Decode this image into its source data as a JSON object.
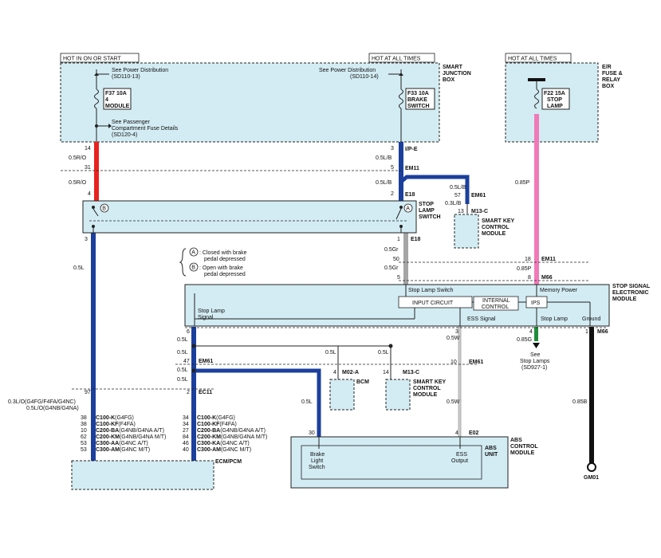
{
  "headers": {
    "hot_on_start": "HOT IN ON OR START",
    "hot_all_times_1": "HOT AT ALL TIMES",
    "hot_all_times_2": "HOT AT ALL TIMES"
  },
  "junction_box": {
    "name_l1": "SMART",
    "name_l2": "JUNCTION",
    "name_l3": "BOX",
    "see_pd_left_l1": "See Power Distribution",
    "see_pd_left_l2": "(SD110-13)",
    "see_pd_right_l1": "See Power Distribution",
    "see_pd_right_l2": "(SD110-14)",
    "fuse_left_l1": "F37 10A",
    "fuse_left_l2": "4",
    "fuse_left_l3": "MODULE",
    "fuse_right_l1": "F33 10A",
    "fuse_right_l2": "BRAKE",
    "fuse_right_l3": "SWITCH",
    "see_pass_l1": "See Passenger",
    "see_pass_l2": "Compartment Fuse Details",
    "see_pass_l3": "(SD120-4)"
  },
  "er_box": {
    "name_l1": "E/R",
    "name_l2": "FUSE &",
    "name_l3": "RELAY",
    "name_l4": "BOX",
    "fuse_l1": "F22 15A",
    "fuse_l2": "STOP",
    "fuse_l3": "LAMP"
  },
  "connectors": {
    "ipe": "I/P-E",
    "em11_top": "EM11",
    "e18_top": "E18",
    "em61_top": "EM61",
    "m13c_top": "M13-C",
    "e18_bottom": "E18",
    "em11_right": "EM11",
    "m66_top": "M66",
    "m66_right": "M66",
    "em61_mid": "EM61",
    "ec11": "EC11",
    "m02a": "M02-A",
    "m13c_mid": "M13-C",
    "em61_ess": "EM61",
    "e02": "E02",
    "gm01": "GM01"
  },
  "pins": {
    "p14": "14",
    "p31": "31",
    "p4a": "4",
    "p3a": "3",
    "p5a": "5",
    "p2a": "2",
    "p57": "57",
    "p13": "13",
    "p3b": "3",
    "p1a": "1",
    "p50": "50",
    "p5b": "5",
    "p18": "18",
    "p8": "8",
    "p6": "6",
    "p3c": "3",
    "p4b": "4",
    "p1b": "1",
    "p47": "47",
    "p2b": "2",
    "p4c": "4",
    "p14b": "14",
    "p10": "10",
    "p97": "97",
    "p30": "30",
    "p4d": "4"
  },
  "wires": {
    "w05ro_a": "0.5R/O",
    "w05ro_b": "0.5R/O",
    "w05lb_a": "0.5L/B",
    "w05lb_b": "0.5L/B",
    "w05lb_c": "0.5L/B",
    "w03lb": "0.3L/B",
    "w05l_left": "0.5L",
    "w05gr_a": "0.5Gr",
    "w05gr_b": "0.5Gr",
    "w085p_a": "0.85P",
    "w085p_b": "0.85P",
    "w05l_a": "0.5L",
    "w05l_b": "0.5L",
    "w05l_c": "0.5L",
    "w05l_d": "0.5L",
    "w05l_bcm": "0.5L",
    "w05l_skm": "0.5L",
    "w05l_abs": "0.5L",
    "w05w_a": "0.5W",
    "w05w_b": "0.5W",
    "w085g": "0.85G",
    "w085b": "0.85B",
    "w03lo_l1": "0.3L/O(G4FG/F4FA/G4NC)",
    "w03lo_l2": "0.5L/O(G4NB/G4NA)"
  },
  "switch": {
    "name_l1": "STOP",
    "name_l2": "LAMP",
    "name_l3": "SWITCH",
    "marker_a": "A",
    "marker_b": "B",
    "note_a_l1": ": Closed with brake",
    "note_a_l2": "pedal depressed",
    "note_b_l1": ": Open with brake",
    "note_b_l2": "pedal depressed"
  },
  "smart_key": {
    "name_l1": "SMART KEY",
    "name_l2": "CONTROL",
    "name_l3": "MODULE"
  },
  "stop_module": {
    "name_l1": "STOP SIGNAL",
    "name_l2": "ELECTRONIC",
    "name_l3": "MODULE",
    "stop_lamp_switch": "Stop Lamp Switch",
    "memory_power": "Memory Power",
    "input_circuit": "INPUT CIRCUIT",
    "internal_l1": "INTERNAL",
    "internal_l2": "CONTROL",
    "ips": "IPS",
    "stop_lamp_signal_l1": "Stop Lamp",
    "stop_lamp_signal_l2": "Signal",
    "ess_signal": "ESS Signal",
    "stop_lamp": "Stop Lamp",
    "ground": "Ground",
    "see_l1": "See",
    "see_l2": "Stop Lamps",
    "see_l3": "(SD927-1)"
  },
  "bcm": {
    "name": "BCM"
  },
  "smart_key2": {
    "name_l1": "SMART KEY",
    "name_l2": "CONTROL",
    "name_l3": "MODULE"
  },
  "abs": {
    "name_l1": "ABS",
    "name_l2": "CONTROL",
    "name_l3": "MODULE",
    "unit": "UNIT",
    "brake_l1": "Brake",
    "brake_l2": "Light",
    "brake_l3": "Switch",
    "ess_l1": "ESS",
    "ess_l2": "Output"
  },
  "ecm": {
    "name": "ECM/PCM",
    "rows_left": [
      {
        "pin": "38",
        "code": "C100-K",
        "desc": "(G4FG)"
      },
      {
        "pin": "38",
        "code": "C100-KF",
        "desc": "(F4FA)"
      },
      {
        "pin": "10",
        "code": "C200-BA",
        "desc": "(G4NB/G4NA A/T)"
      },
      {
        "pin": "62",
        "code": "C200-KM",
        "desc": "(G4NB/G4NA M/T)"
      },
      {
        "pin": "53",
        "code": "C300-AA",
        "desc": "(G4NC A/T)"
      },
      {
        "pin": "53",
        "code": "C300-AM",
        "desc": "(G4NC M/T)"
      }
    ],
    "rows_right": [
      {
        "pin": "34",
        "code": "C100-K",
        "desc": "(G4FG)"
      },
      {
        "pin": "34",
        "code": "C100-KF",
        "desc": "(F4FA)"
      },
      {
        "pin": "27",
        "code": "C200-BA",
        "desc": "(G4NB/G4NA A/T)"
      },
      {
        "pin": "84",
        "code": "C200-KM",
        "desc": "(G4NB/G4NA M/T)"
      },
      {
        "pin": "46",
        "code": "C300-KA",
        "desc": "(G4NC A/T)"
      },
      {
        "pin": "40",
        "code": "C300-AM",
        "desc": "(G4NC M/T)"
      }
    ]
  },
  "colors": {
    "red": "#e8231e",
    "blue": "#1b3f9c",
    "pink": "#f07ab8",
    "gray": "#a5a5a5",
    "green": "#1f8c3a",
    "black": "#111111",
    "box_fill": "#d3ecf3"
  }
}
